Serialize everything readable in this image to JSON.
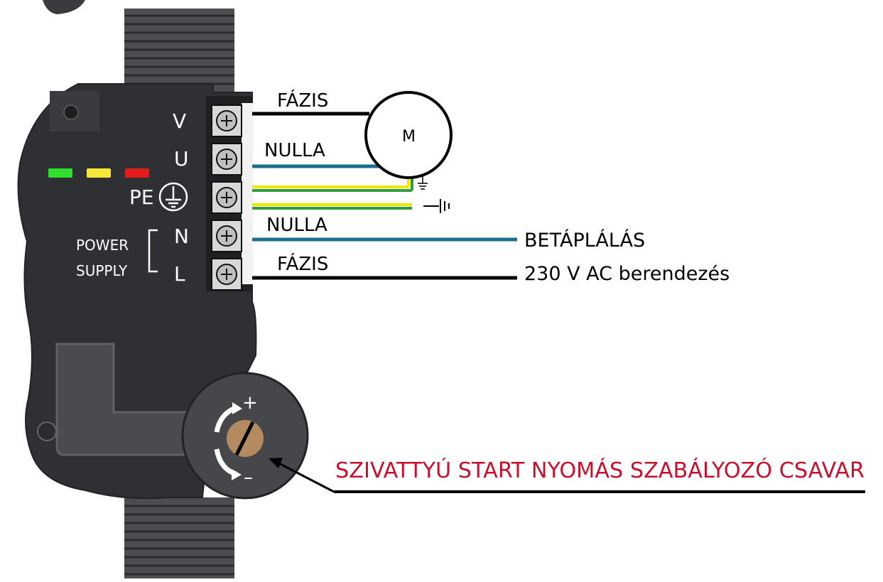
{
  "terminals": {
    "v": "V",
    "u": "U",
    "pe": "PE",
    "n": "N",
    "l": "L"
  },
  "power_supply_label": [
    "POWER",
    "SUPPLY"
  ],
  "motor": {
    "symbol": "M"
  },
  "wires": {
    "v_label": "FÁZIS",
    "u_label": "NULLA",
    "n_label": "NULLA",
    "l_label": "FÁZIS"
  },
  "supply": {
    "line1": "BETÁPLÁLÁS",
    "line2": "230 V AC berendezés"
  },
  "knob": {
    "plus": "+",
    "minus": "–"
  },
  "callout": {
    "text": "SZIVATTYÚ START NYOMÁS SZABÁLYOZÓ CSAVAR"
  },
  "colors": {
    "housing": "#2f3033",
    "housing_light": "#5f6165",
    "phase_wire": "#000000",
    "neutral_wire": "#1a6f91",
    "earth_green": "#2f9d3a",
    "earth_yellow": "#f2e600",
    "led_green": "#2fe02f",
    "led_yellow": "#f5e83a",
    "led_red": "#e31b1b",
    "callout_red": "#c8102e"
  }
}
